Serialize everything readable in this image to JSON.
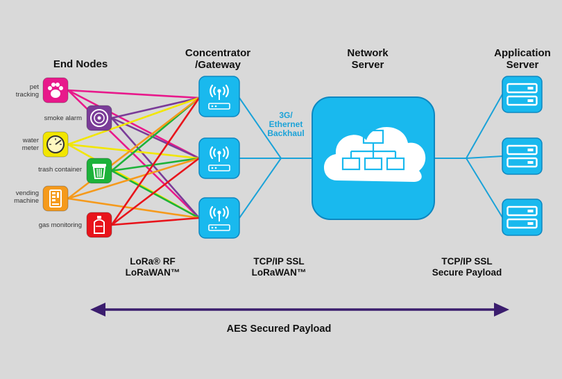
{
  "headers": {
    "end_nodes": "End Nodes",
    "concentrator": "Concentrator\n/Gateway",
    "network_server": "Network\nServer",
    "application_server": "Application\nServer"
  },
  "end_nodes": [
    {
      "label": "pet\ntracking",
      "icon": "paw-icon",
      "color": "#e8198b"
    },
    {
      "label": "smoke alarm",
      "icon": "smoke-alarm-icon",
      "color": "#7a3c98"
    },
    {
      "label": "water\nmeter",
      "icon": "water-meter-icon",
      "color": "#f2e600"
    },
    {
      "label": "trash container",
      "icon": "trash-container-icon",
      "color": "#1db23a"
    },
    {
      "label": "vending\nmachine",
      "icon": "vending-machine-icon",
      "color": "#f59a1c"
    },
    {
      "label": "gas monitoring",
      "icon": "gas-cylinder-icon",
      "color": "#e8141b"
    }
  ],
  "backhaul_label": "3G/\nEthernet\nBackhaul",
  "footer": {
    "lora_rf": "LoRa® RF\nLoRaWAN™",
    "tcpip_lorawan": "TCP/IP SSL\nLoRaWAN™",
    "tcpip_secure": "TCP/IP SSL\nSecure Payload",
    "aes": "AES Secured Payload"
  },
  "colors": {
    "device_blue": "#19b9ee",
    "device_border": "#0d87c0",
    "line_blue": "#1aa2d8",
    "arrow_purple": "#3b1d6e",
    "background": "#d9d9d9"
  }
}
